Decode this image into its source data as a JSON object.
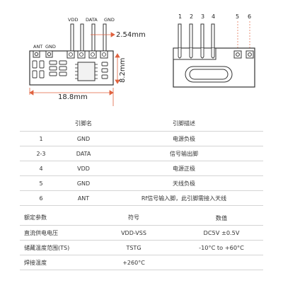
{
  "diagram": {
    "top_pin_labels": [
      "VDD",
      "DATA",
      "GND"
    ],
    "side_labels": [
      "ANT",
      "GND"
    ],
    "pitch": "2.54mm",
    "height_dim": "8.2mm",
    "width_dim": "18.8mm",
    "side_pin_numbers": [
      "1",
      "2",
      "3",
      "4",
      "5",
      "6"
    ]
  },
  "pin_table": {
    "headers": [
      "",
      "引脚名",
      "引脚描述"
    ],
    "rows": [
      [
        "1",
        "GND",
        "电源负极"
      ],
      [
        "2-3",
        "DATA",
        "信号输出脚"
      ],
      [
        "4",
        "VDD",
        "电源正极"
      ],
      [
        "5",
        "GND",
        "天线负极"
      ],
      [
        "6",
        "ANT",
        "Rf信号输入脚，此引脚需接入天线"
      ]
    ]
  },
  "param_table": {
    "headers": [
      "额定参数",
      "符号",
      "数值"
    ],
    "rows": [
      [
        "直流供电电压",
        "VDD-VSS",
        "DC5V ±0.5V"
      ],
      [
        "储藏温度范围(TS)",
        "TSTG",
        "-10°C to +60°C"
      ],
      [
        "焊接温度",
        "+260°C",
        ""
      ]
    ]
  }
}
